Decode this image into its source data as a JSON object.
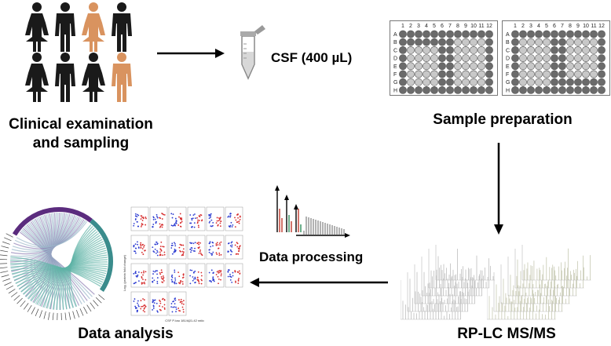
{
  "population": {
    "label_line1": "Clinical examination",
    "label_line2": "and sampling",
    "colors": {
      "dark": "#1a1a1a",
      "highlight": "#d9935f"
    }
  },
  "csf": {
    "label": "CSF (400 µL)"
  },
  "plates": {
    "label": "Sample preparation",
    "column_headers": [
      "1",
      "2",
      "3",
      "4",
      "5",
      "6",
      "7",
      "8",
      "9",
      "10",
      "11",
      "12"
    ],
    "row_headers": [
      "A",
      "B",
      "C",
      "D",
      "E",
      "F",
      "G",
      "H"
    ],
    "colors": {
      "dark_well": "#6b6b6b",
      "light_well": "#c8c8c8"
    }
  },
  "ms": {
    "label": "RP-LC MS/MS"
  },
  "processing": {
    "label": "Data processing"
  },
  "analysis": {
    "label": "Data analysis",
    "scatter_xlabel": "CSF P-tau 181/Aβ1-42 ratio",
    "scatter_ylabel": "Log₂ (protein fold change)"
  },
  "flow": [
    {
      "from": "population",
      "to": "csf"
    },
    {
      "from": "plates",
      "to": "ms"
    },
    {
      "from": "ms",
      "to": "analysis"
    }
  ]
}
